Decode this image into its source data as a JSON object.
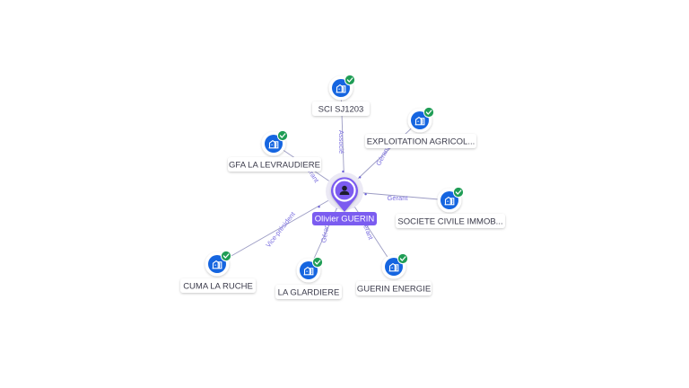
{
  "center": {
    "name": "Olivier GUERIN",
    "icon": "person-icon",
    "color": "#7b5cf0"
  },
  "companies": [
    {
      "id": "sci-sj1203",
      "name": "SCI SJ1203",
      "relation": "Associé",
      "icon": "building-icon",
      "status_icon": "check-icon"
    },
    {
      "id": "exploitation-agricole",
      "name": "EXPLOITATION AGRICOL...",
      "relation": "Gérant",
      "icon": "building-icon",
      "status_icon": "check-icon"
    },
    {
      "id": "gfa-la-levraudiere",
      "name": "GFA LA LEVRAUDIERE",
      "relation": "Gérant",
      "icon": "building-icon",
      "status_icon": "check-icon"
    },
    {
      "id": "societe-civile-immob",
      "name": "SOCIETE CIVILE IMMOB...",
      "relation": "Gérant",
      "icon": "building-icon",
      "status_icon": "check-icon"
    },
    {
      "id": "cuma-la-ruche",
      "name": "CUMA LA RUCHE",
      "relation": "Vice-président",
      "icon": "building-icon",
      "status_icon": "check-icon"
    },
    {
      "id": "la-glardiere",
      "name": "LA GLARDIERE",
      "relation": "Gérant",
      "icon": "building-icon",
      "status_icon": "check-icon"
    },
    {
      "id": "guerin-energie",
      "name": "GUERIN ENERGIE",
      "relation": "Gérant",
      "icon": "building-icon",
      "status_icon": "check-icon"
    }
  ],
  "colors": {
    "company": "#1565e0",
    "status": "#1f9d55",
    "edge": "#9c9cc4",
    "edge_label": "#7b6fe0"
  }
}
